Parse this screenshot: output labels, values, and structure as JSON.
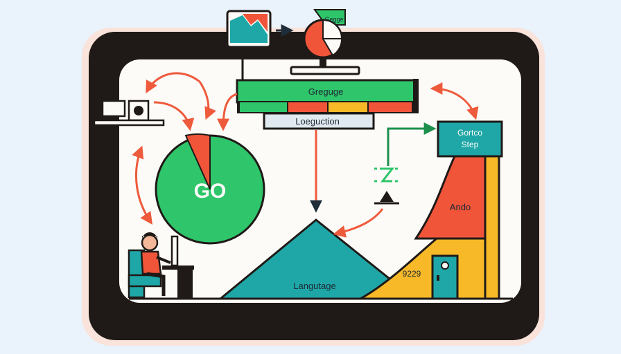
{
  "diagram": {
    "top_bar_label": "Greguge",
    "lower_bar_label": "Loeguction",
    "chart_center_label": "GO",
    "side_box_label_line1": "Gortco",
    "side_box_label_line2": "Step",
    "orange_area_label": "Ando",
    "yellow_area_label": "9229",
    "mountain_label": "Langutage",
    "pie_tag_label": "Gegge"
  },
  "colors": {
    "background": "#eaf2fb",
    "frame": "#1f1a17",
    "panel": "#fdfbf7",
    "green": "#2fc56b",
    "teal": "#1fa7a8",
    "orange_red": "#f0553a",
    "yellow": "#f7b928",
    "arrow": "#ee5a3c"
  },
  "icons": [
    "monitor-icon",
    "pie-chart-icon",
    "desk-speaker-icon",
    "person-at-desk-icon",
    "door-icon",
    "hourglass-icon"
  ]
}
